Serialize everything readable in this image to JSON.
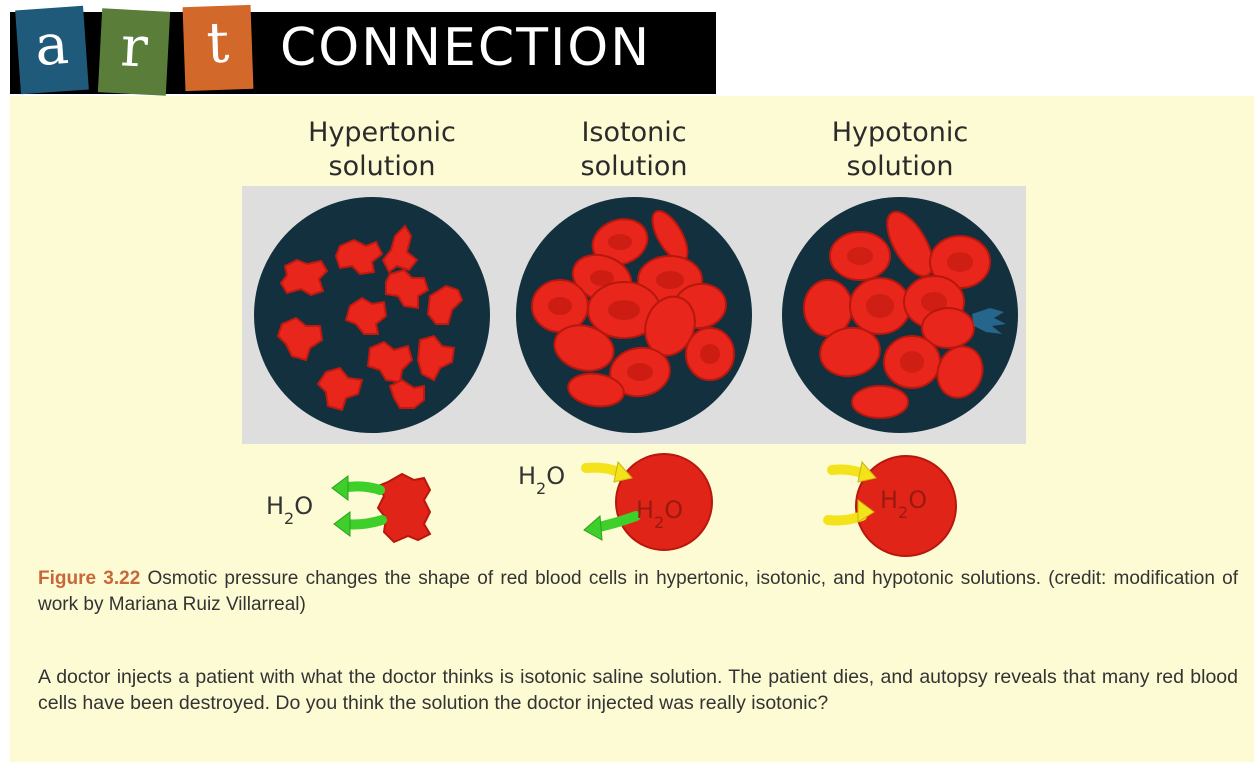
{
  "header": {
    "letters": [
      "a",
      "r",
      "t"
    ],
    "word": "CONNECTION"
  },
  "figure": {
    "columns": [
      {
        "title_line1": "Hypertonic",
        "title_line2": "solution"
      },
      {
        "title_line1": "Isotonic",
        "title_line2": "solution"
      },
      {
        "title_line1": "Hypotonic",
        "title_line2": "solution"
      }
    ],
    "water_label": "H2O"
  },
  "caption": {
    "label": "Figure 3.22",
    "text": " Osmotic pressure changes the shape of red blood cells in hypertonic, isotonic, and hypotonic solutions. (credit: modification of work by Mariana Ruiz Villarreal)"
  },
  "question": {
    "text": "A doctor injects a patient with what the doctor thinks is isotonic saline solution. The patient dies, and autopsy reveals that many red blood cells have been destroyed. Do you think the solution the doctor injected was really isotonic?"
  },
  "colors": {
    "panel": "#fdfbd4",
    "cell_red": "#e8261b",
    "circle_bg": "#13303f",
    "arrow_green": "#3ecf2a",
    "arrow_yellow": "#f4e21a",
    "caption_label": "#c8683a"
  }
}
